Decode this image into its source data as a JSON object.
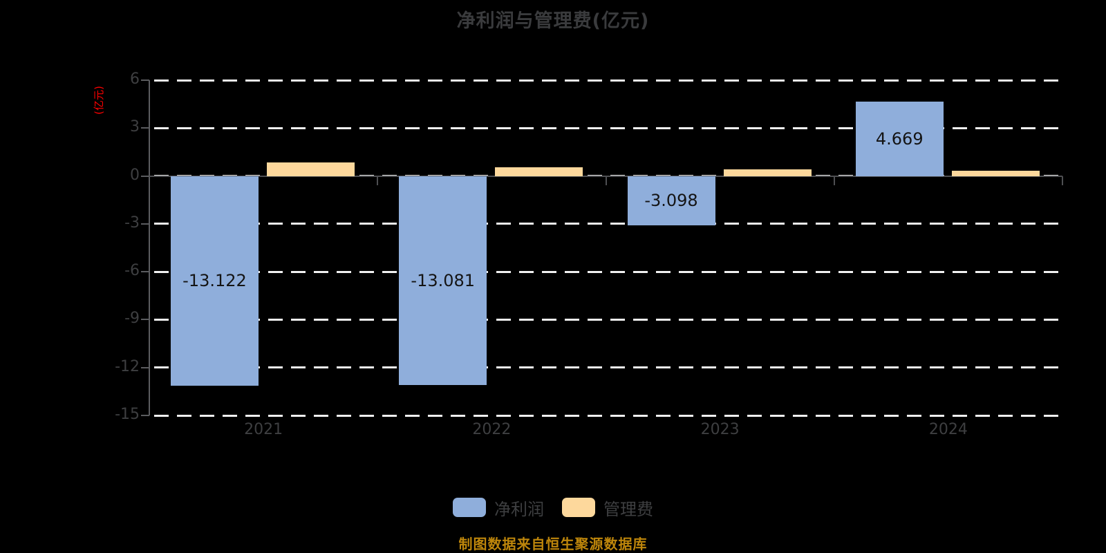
{
  "chart_data": {
    "type": "bar",
    "title": "净利润与管理费(亿元)",
    "ylabel": "(亿元)",
    "xlabel": "",
    "categories": [
      "2021",
      "2022",
      "2023",
      "2024"
    ],
    "series": [
      {
        "key": "net-profit",
        "name": "净利润",
        "color": "#8FAEDB",
        "values": [
          -13.122,
          -13.081,
          -3.098,
          4.669
        ],
        "labels": [
          "-13.122",
          "-13.081",
          "-3.098",
          "4.669"
        ],
        "show_labels": true
      },
      {
        "key": "management-fee",
        "name": "管理费",
        "color": "#FDD89C",
        "values": [
          0.85,
          0.55,
          0.42,
          0.33
        ],
        "labels": [
          "",
          "",
          "",
          ""
        ],
        "show_labels": false
      }
    ],
    "ylim": [
      -15,
      6
    ],
    "yticks": [
      6,
      3,
      0,
      -3,
      -6,
      -9,
      -12,
      -15
    ],
    "grid": "horizontal-dashed",
    "legend_position": "bottom",
    "source_note": "制图数据来自恒生聚源数据库",
    "colors": {
      "background": "#000000",
      "grid": "#F0F0F0",
      "axis": "#5B5C5F",
      "baseline": "#4E4F52",
      "tick_text": "#3E3F41",
      "bar_label": "#141414",
      "title": "#3A3B3D",
      "ylabel": "#FF0000",
      "source": "#BE860B"
    }
  }
}
